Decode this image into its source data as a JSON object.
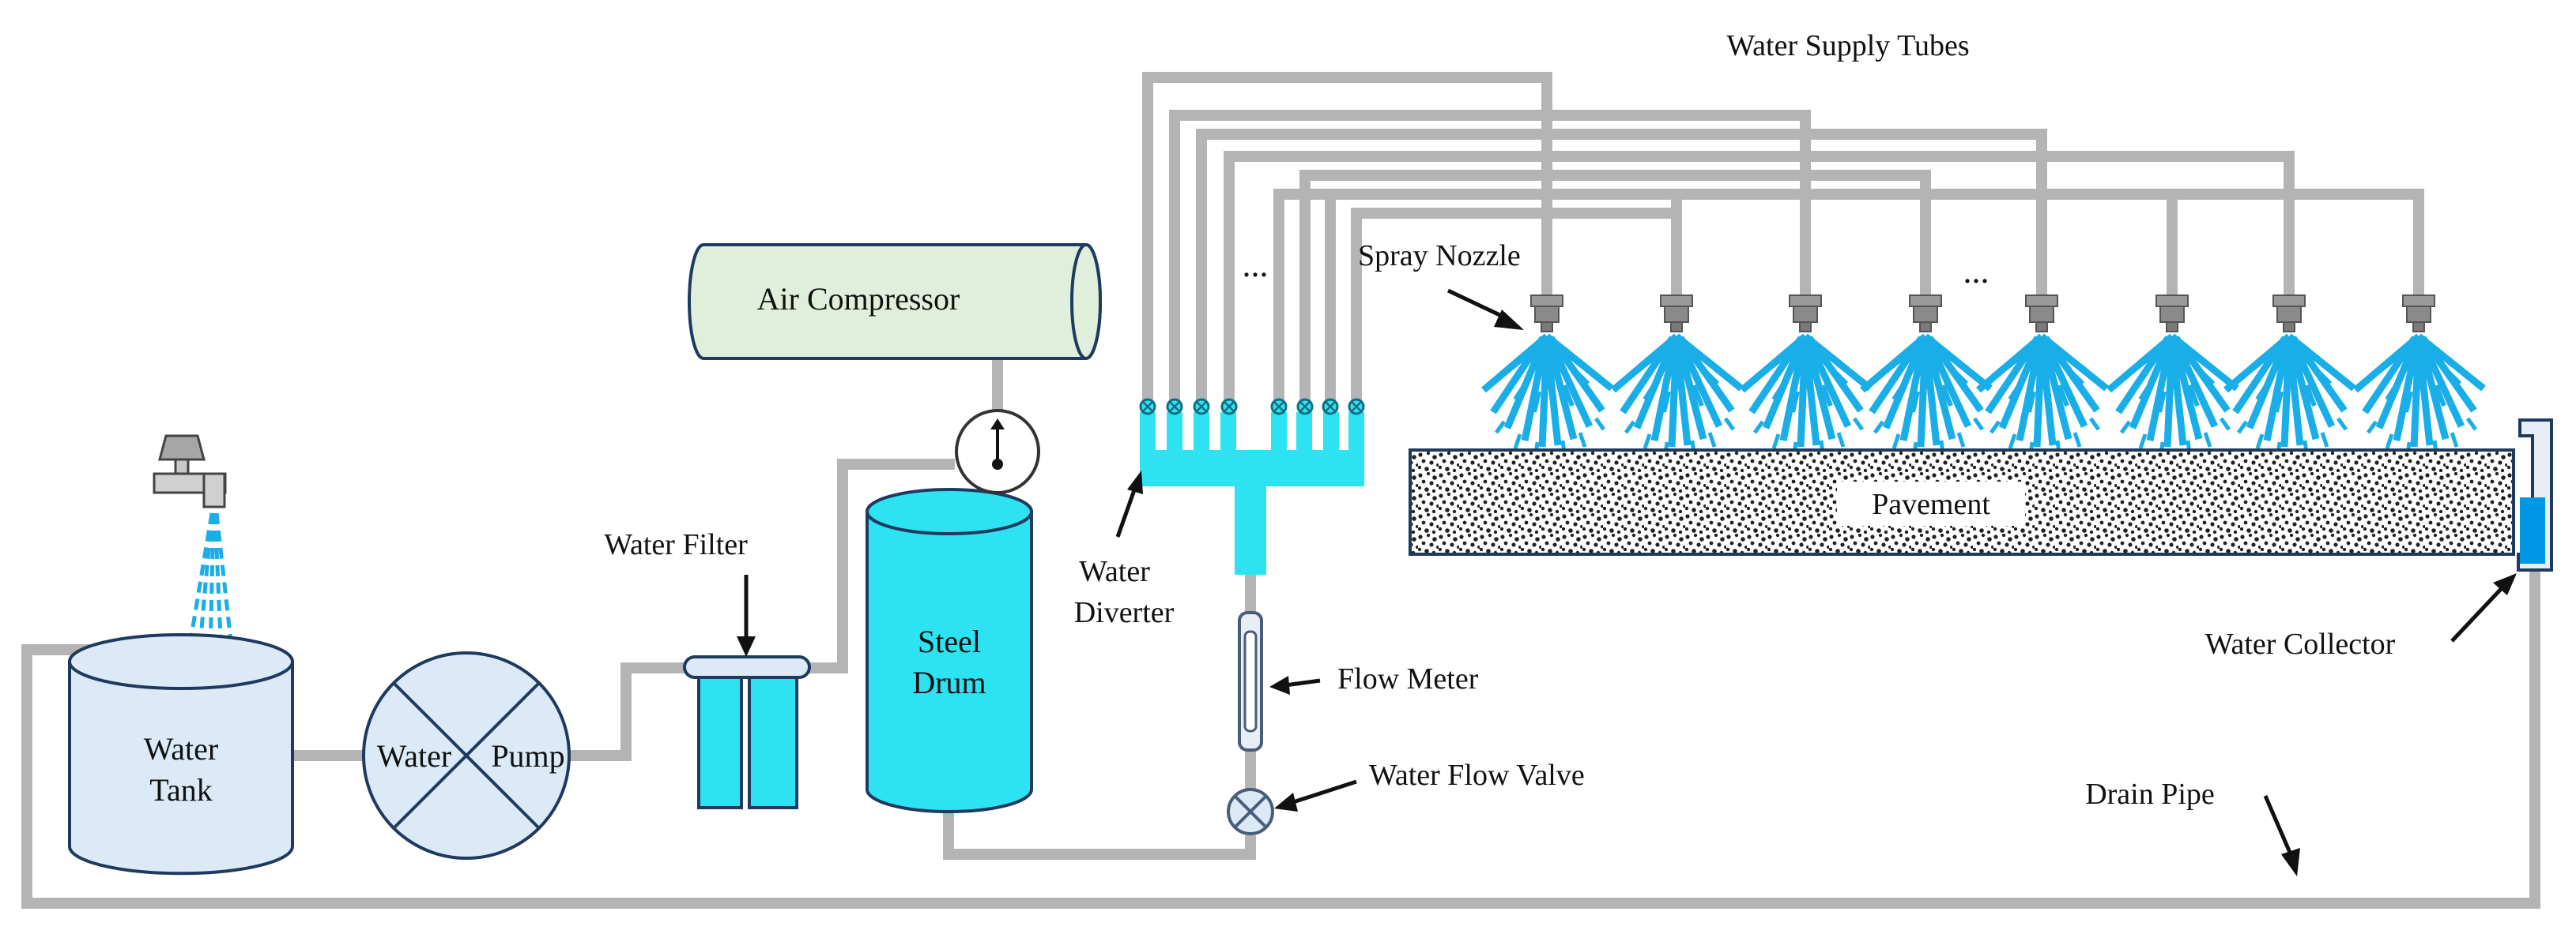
{
  "labels": {
    "water_supply_tubes": "Water Supply Tubes",
    "air_compressor": "Air Compressor",
    "spray_nozzle": "Spray Nozzle",
    "water_filter": "Water Filter",
    "water_diverter_line1": "Water",
    "water_diverter_line2": "Diverter",
    "pavement": "Pavement",
    "steel_drum_line1": "Steel",
    "steel_drum_line2": "Drum",
    "water_tank_line1": "Water",
    "water_tank_line2": "Tank",
    "water_pump_left": "Water",
    "water_pump_right": "Pump",
    "flow_meter": "Flow Meter",
    "water_flow_valve": "Water Flow Valve",
    "water_collector": "Water Collector",
    "drain_pipe": "Drain Pipe",
    "ellipsis_tubes": "...",
    "ellipsis_nozzles": "..."
  },
  "colors": {
    "pipe": "#b4b4b4",
    "cyan": "#2de3f2",
    "spray": "#19aee8",
    "tank_fill": "#dceaf7",
    "tank_stroke": "#1f3a5f",
    "compressor_fill": "#e0efdb",
    "collector_water": "#0096e6",
    "pavement_dots": "#222222"
  },
  "icons": {
    "faucet": "faucet-icon",
    "pressure_gauge": "pressure-gauge-icon",
    "valve": "valve-icon"
  }
}
